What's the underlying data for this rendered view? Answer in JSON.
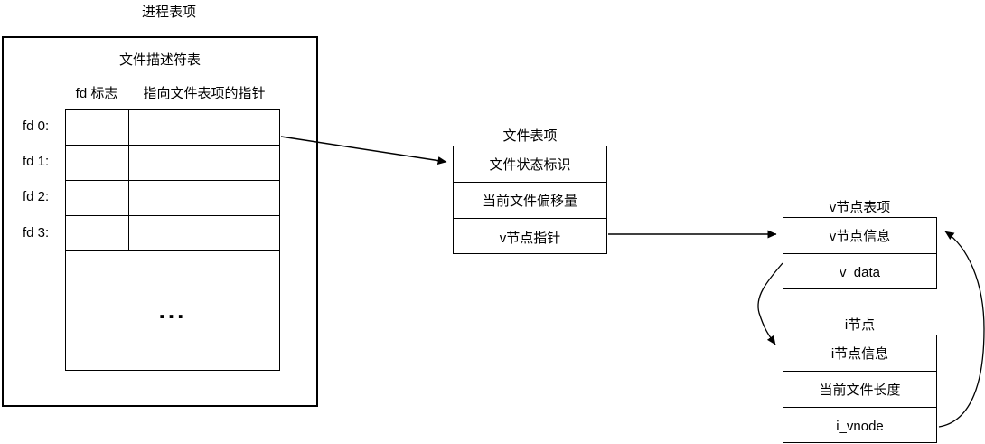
{
  "diagram": {
    "process_table": {
      "title": "进程表项",
      "inner_title": "文件描述符表",
      "col_headers": {
        "flags": "fd 标志",
        "pointer": "指向文件表项的指针"
      },
      "row_labels": {
        "fd0": "fd 0:",
        "fd1": "fd 1:",
        "fd2": "fd 2:",
        "fd3": "fd 3:"
      },
      "ellipsis": "..."
    },
    "file_table": {
      "title": "文件表项",
      "rows": {
        "0": "文件状态标识",
        "1": "当前文件偏移量",
        "2": "v节点指针"
      }
    },
    "vnode_table": {
      "title": "v节点表项",
      "rows": {
        "0": "v节点信息",
        "1": "v_data"
      }
    },
    "inode_table": {
      "title": "i节点",
      "rows": {
        "0": "i节点信息",
        "1": "当前文件长度",
        "2": "i_vnode"
      }
    },
    "colors": {
      "line": "#000000",
      "background": "#ffffff"
    }
  }
}
